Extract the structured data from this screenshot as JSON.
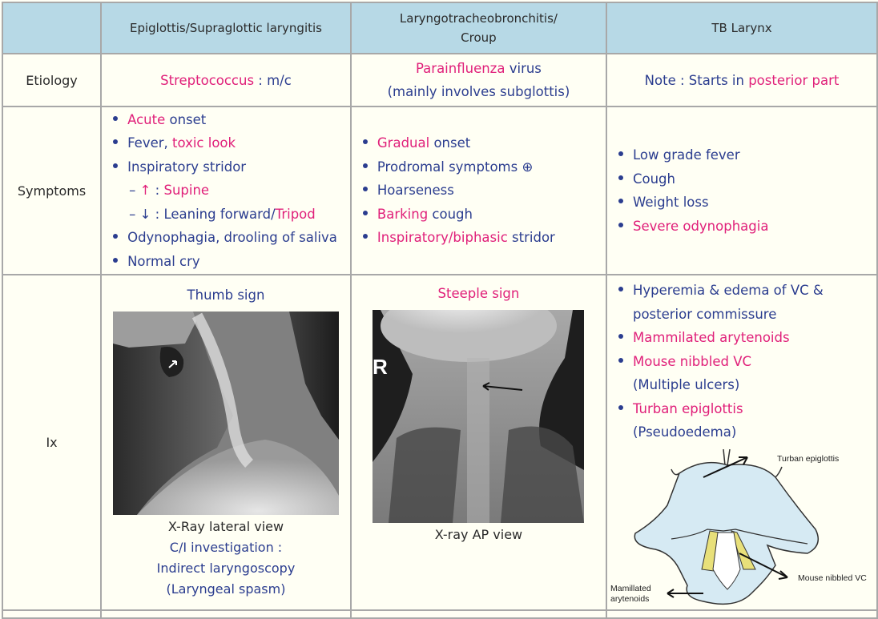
{
  "table": {
    "headers": [
      "",
      "Epiglottis/Supraglottic laryngitis",
      "Laryngotracheobronchitis/ Croup",
      "TB Larynx"
    ],
    "rows": {
      "etiology": {
        "label": "Etiology",
        "epiglottis": {
          "pink": "Streptococcus",
          "rest": " : m/c"
        },
        "croup": {
          "line1_pink": "Parainfluenza",
          "line1_rest": " virus",
          "line2": "(mainly involves subglottis)"
        },
        "tb": {
          "prefix": "Note : Starts in ",
          "pink": "posterior part"
        }
      },
      "symptoms": {
        "label": "Symptoms",
        "epiglottis": [
          {
            "pink": "Acute",
            "rest": " onset",
            "bullet": true
          },
          {
            "blue": "Fever, ",
            "pink": "toxic look",
            "bullet": true
          },
          {
            "blue": "Inspiratory stridor",
            "bullet": true
          },
          {
            "dash": "– ",
            "arrow": "↑",
            "sep": " : ",
            "pink": "Supine",
            "sub": true
          },
          {
            "dash": "– ",
            "arrow": "↓",
            "sep": " : ",
            "blue": "Leaning forward/",
            "pink": "Tripod",
            "sub": true
          },
          {
            "blue": "Odynophagia, drooling of saliva",
            "bullet": true
          },
          {
            "blue": "Normal cry",
            "bullet": true
          }
        ],
        "croup": [
          {
            "pink": "Gradual",
            "rest": " onset"
          },
          {
            "blue": "Prodromal symptoms ",
            "icon": "⊕"
          },
          {
            "blue": "Hoarseness"
          },
          {
            "pink": "Barking",
            "rest": " cough"
          },
          {
            "pink": "Inspiratory/biphasic",
            "rest": " stridor"
          }
        ],
        "tb": [
          {
            "blue": "Low grade fever"
          },
          {
            "blue": "Cough"
          },
          {
            "blue": "Weight loss"
          },
          {
            "pink": "Severe odynophagia"
          }
        ]
      },
      "ix": {
        "label": "Ix",
        "epiglottis": {
          "sign": "Thumb sign",
          "image_caption": "X-Ray lateral view",
          "note_lines": [
            "C/I investigation :",
            "Indirect laryngoscopy",
            "(Laryngeal spasm)"
          ]
        },
        "croup": {
          "sign": "Steeple sign",
          "image_marker": "R",
          "image_caption": "X-ray AP view"
        },
        "tb": {
          "items": [
            {
              "blue": "Hyperemia & edema of VC &",
              "cont": "posterior commissure"
            },
            {
              "pink": "Mammilated arytenoids"
            },
            {
              "pink": "Mouse nibbled VC",
              "cont": "(Multiple ulcers)"
            },
            {
              "pink": "Turban epiglottis",
              "cont": "(Pseudoedema)"
            }
          ],
          "diagram_labels": {
            "turban": "Turban epiglottis",
            "mouse": "Mouse nibbled VC",
            "mamillated_1": "Mamillated",
            "mamillated_2": "arytenoids"
          }
        }
      }
    }
  },
  "colors": {
    "header_bg": "#b7d9e6",
    "cell_bg": "#fffff4",
    "border": "#a8a8a8",
    "text_blue": "#2b3d8f",
    "text_pink": "#e0207a",
    "text_dark": "#2a2a2a",
    "diagram_fill": "#d6eaf3",
    "diagram_yellow": "#e8e07a"
  }
}
